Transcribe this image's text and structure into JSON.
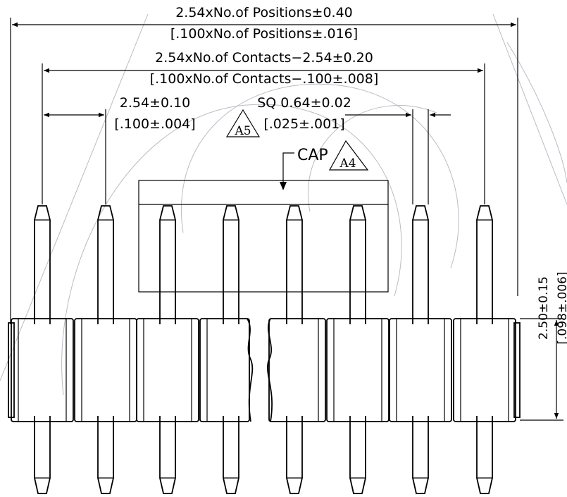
{
  "dimensions": {
    "overall_metric": "2.54xNo.of Positions±0.40",
    "overall_imperial": "[.100xNo.of Positions±.016]",
    "contacts_metric": "2.54xNo.of Contacts−2.54±0.20",
    "contacts_imperial": "[.100xNo.of Contacts−.100±.008]",
    "pitch_metric": "2.54±0.10",
    "pitch_imperial": "[.100±.004]",
    "square_metric": "SQ 0.64±0.02",
    "square_imperial": "[.025±.001]",
    "height_metric": "2.50±0.15",
    "height_imperial": "[.098±.006]"
  },
  "callouts": {
    "cap_label": "CAP",
    "note_a5": "A5",
    "note_a4": "A4"
  },
  "colors": {
    "line": "#000000",
    "watermark": "#b8bcc4",
    "background": "#ffffff"
  }
}
